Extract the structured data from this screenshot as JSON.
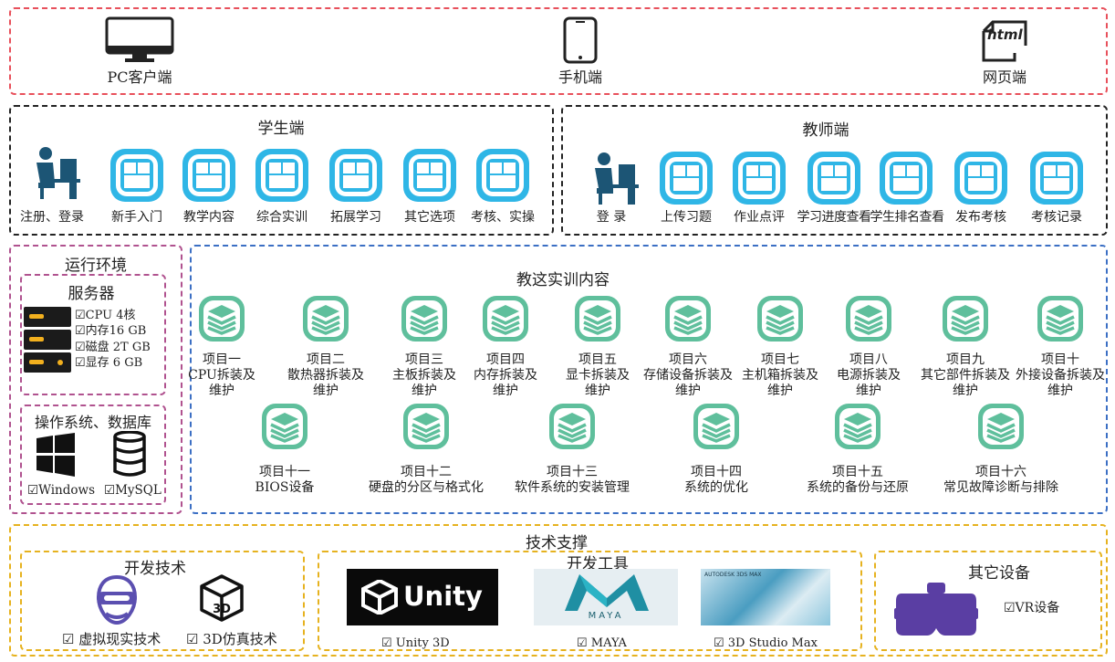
{
  "devices": {
    "pc": "PC客户端",
    "phone": "手机端",
    "web": "网页端",
    "web_icon_text": "html"
  },
  "student": {
    "title": "学生端",
    "items": [
      "注册、登录",
      "新手入门",
      "教学内容",
      "综合实训",
      "拓展学习",
      "其它选项",
      "考核、实操"
    ]
  },
  "teacher": {
    "title": "教师端",
    "items": [
      "登 录",
      "上传习题",
      "作业点评",
      "学习进度查看",
      "学生排名查看",
      "发布考核",
      "考核记录"
    ]
  },
  "runtime": {
    "title": "运行环境",
    "server_title": "服务器",
    "server_specs": [
      "☑CPU 4核",
      "☑内存16 GB",
      "☑磁盘 2T GB",
      "☑显存 6 GB"
    ],
    "os_title": "操作系统、数据库",
    "os_items": [
      "☑Windows",
      "☑MySQL"
    ]
  },
  "training": {
    "title": "教这实训内容",
    "row1": [
      {
        "name": "项目一",
        "desc": "CPU拆装及",
        "desc2": "维护"
      },
      {
        "name": "项目二",
        "desc": "散热器拆装及",
        "desc2": "维护"
      },
      {
        "name": "项目三",
        "desc": "主板拆装及",
        "desc2": "维护"
      },
      {
        "name": "项目四",
        "desc": "内存拆装及",
        "desc2": "维护"
      },
      {
        "name": "项目五",
        "desc": "显卡拆装及",
        "desc2": "维护"
      },
      {
        "name": "项目六",
        "desc": "存储设备拆装及",
        "desc2": "维护"
      },
      {
        "name": "项目七",
        "desc": "主机箱拆装及",
        "desc2": "维护"
      },
      {
        "name": "项目八",
        "desc": "电源拆装及",
        "desc2": "维护"
      },
      {
        "name": "项目九",
        "desc": "其它部件拆装及",
        "desc2": "维护"
      },
      {
        "name": "项目十",
        "desc": "外接设备拆装及",
        "desc2": "维护"
      }
    ],
    "row2": [
      {
        "name": "项目十一",
        "desc": "BIOS设备"
      },
      {
        "name": "项目十二",
        "desc": "硬盘的分区与格式化"
      },
      {
        "name": "项目十三",
        "desc": "软件系统的安装管理"
      },
      {
        "name": "项目十四",
        "desc": "系统的优化"
      },
      {
        "name": "项目十五",
        "desc": "系统的备份与还原"
      },
      {
        "name": "项目十六",
        "desc": "常见故障诊断与排除"
      }
    ]
  },
  "support": {
    "title": "技术支撑",
    "dev_tech_title": "开发技术",
    "dev_tech_items": [
      "☑ 虚拟现实技术",
      "☑ 3D仿真技术"
    ],
    "dev_tools_title": "开发工具",
    "tools": [
      "☑ Unity 3D",
      "☑ MAYA",
      "☑ 3D Studio Max"
    ],
    "unity_logo": "Unity",
    "maya_logo": "MAYA",
    "max_logo": "AUTODESK 3DS MAX",
    "other_title": "其它设备",
    "other_items": [
      "☑VR设备"
    ]
  },
  "colors": {
    "devices_border": "#e8505b",
    "portal_border": "#222222",
    "runtime_border": "#b0528f",
    "training_border": "#3b6fc4",
    "support_border": "#e6b21f",
    "tile_blue": "#2fb6e6",
    "project_green": "#5fbf9c"
  }
}
